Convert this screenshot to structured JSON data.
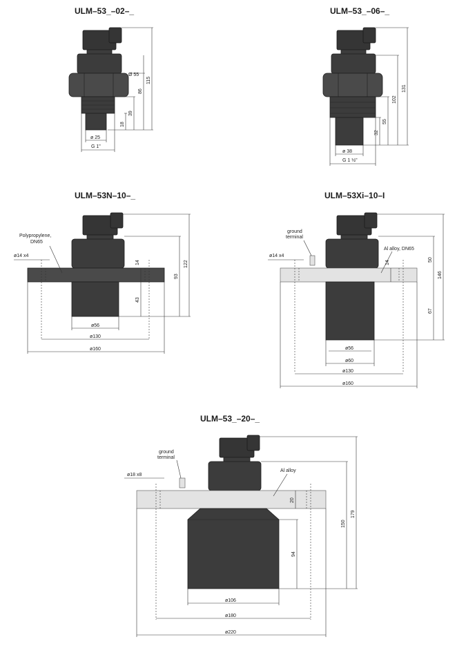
{
  "variants": [
    {
      "title": "ULM–53_–02–_",
      "labels": {
        "d55": "Ø 55",
        "d25": "ø 25",
        "thread": "G 1\"",
        "h115": "115",
        "h86": "86",
        "h39": "39",
        "h18": "18"
      }
    },
    {
      "title": "ULM–53_–06–_",
      "labels": {
        "d38": "ø 38",
        "thread": "G 1 ½\"",
        "h131": "131",
        "h102": "102",
        "h55": "55",
        "h32": "32"
      }
    },
    {
      "title": "ULM–53N–10–_",
      "labels": {
        "material": "Polypropylene,",
        "material2": "DN65",
        "holes": "ø14 x4",
        "d56": "ø56",
        "d130": "ø130",
        "d160": "ø160",
        "h14": "14",
        "h43": "43",
        "h93": "93",
        "h122": "122"
      }
    },
    {
      "title": "ULM–53Xi–10–I",
      "labels": {
        "ground": "ground",
        "ground2": "terminal",
        "material": "Al alloy, DN65",
        "holes": "ø14 x4",
        "d56": "ø56",
        "d60": "ø60",
        "d130": "ø130",
        "d160": "ø160",
        "h14": "14",
        "h50": "50",
        "h67": "67",
        "h146": "146"
      }
    },
    {
      "title": "ULM–53_–20–_",
      "labels": {
        "ground": "ground",
        "ground2": "terminal",
        "material": "Al alloy",
        "holes": "ø18 x8",
        "d106": "ø106",
        "d180": "ø180",
        "d220": "ø220",
        "h20": "20",
        "h94": "94",
        "h150": "150",
        "h179": "179"
      }
    }
  ],
  "colors": {
    "body": "#3c3c3c",
    "flange": "#e3e3e3",
    "led": "#19a58a",
    "line": "#333333"
  }
}
